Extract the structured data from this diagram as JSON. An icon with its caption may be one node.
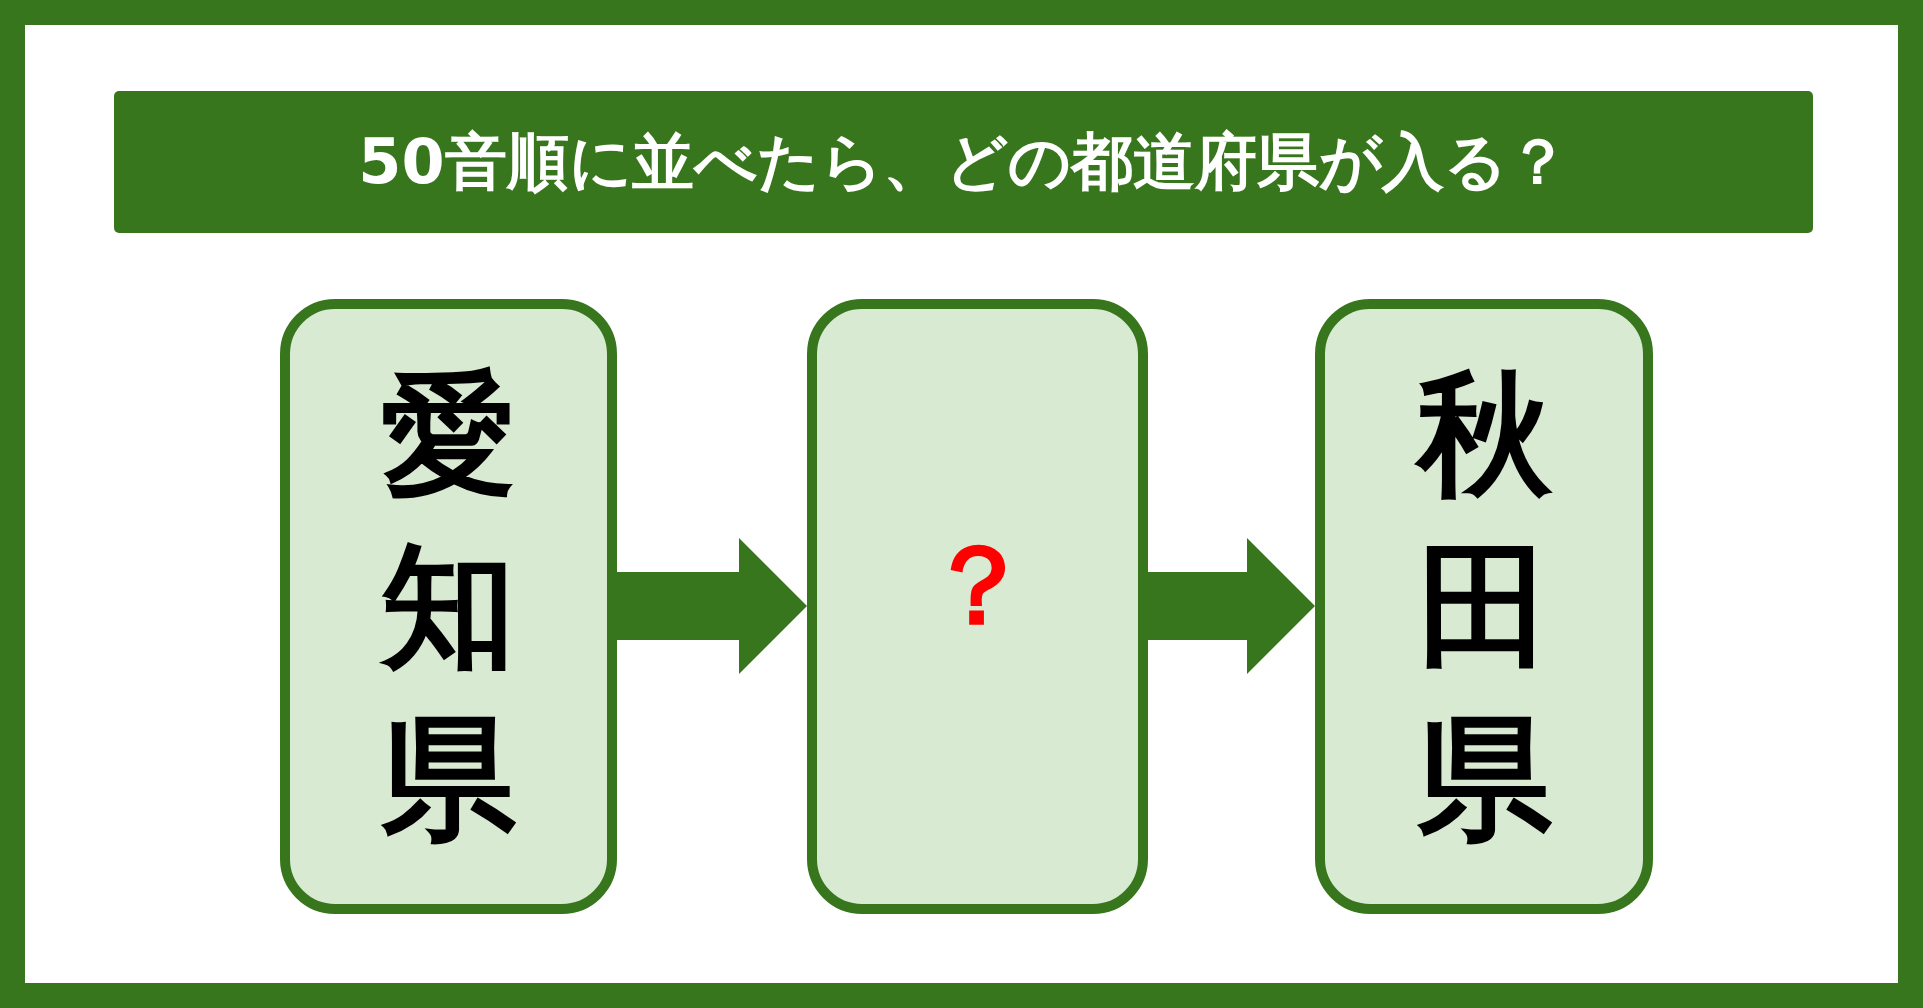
{
  "diagram": {
    "title": "50音順に並べたら、どの都道府県が入る？",
    "nodes": [
      {
        "text": [
          "愛知県"
        ]
      },
      {
        "text": [
          "？"
        ]
      },
      {
        "text": [
          "秋田県"
        ]
      }
    ],
    "edges": [
      {
        "from": 0,
        "to": 1,
        "arrow": "to"
      },
      {
        "from": 1,
        "to": 2,
        "arrow": "to"
      }
    ]
  }
}
